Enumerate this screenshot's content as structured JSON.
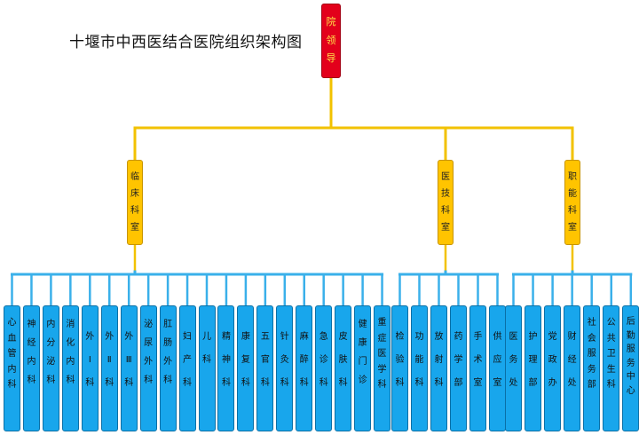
{
  "title": "十堰市中西医结合医院组织架构图",
  "colors": {
    "root_fill": "#e3001b",
    "root_text": "#ffe24a",
    "category_fill": "#ffc400",
    "category_connector": "#f2c200",
    "department_fill": "#18a6ec",
    "department_connector": "#3ab0ea"
  },
  "root": "院领导",
  "categories": [
    {
      "name": "临床科室",
      "departments": [
        "心血管内科",
        "神经内科",
        "内分泌科",
        "消化内科",
        "外Ⅰ科",
        "外Ⅱ科",
        "外Ⅲ科",
        "泌尿外科",
        "肛肠外科",
        "妇产科",
        "儿科",
        "精神科",
        "康复科",
        "五官科",
        "针灸科",
        "麻醉科",
        "急诊科",
        "皮肤科",
        "健康门诊",
        "重症医学科"
      ]
    },
    {
      "name": "医技科室",
      "departments": [
        "检验科",
        "功能科",
        "放射科",
        "药学部",
        "手术室",
        "供应室"
      ]
    },
    {
      "name": "职能科室",
      "departments": [
        "医务处",
        "护理部",
        "党政办",
        "财经处",
        "社会服务部",
        "公共卫生科",
        "后勤服务中心"
      ]
    }
  ]
}
